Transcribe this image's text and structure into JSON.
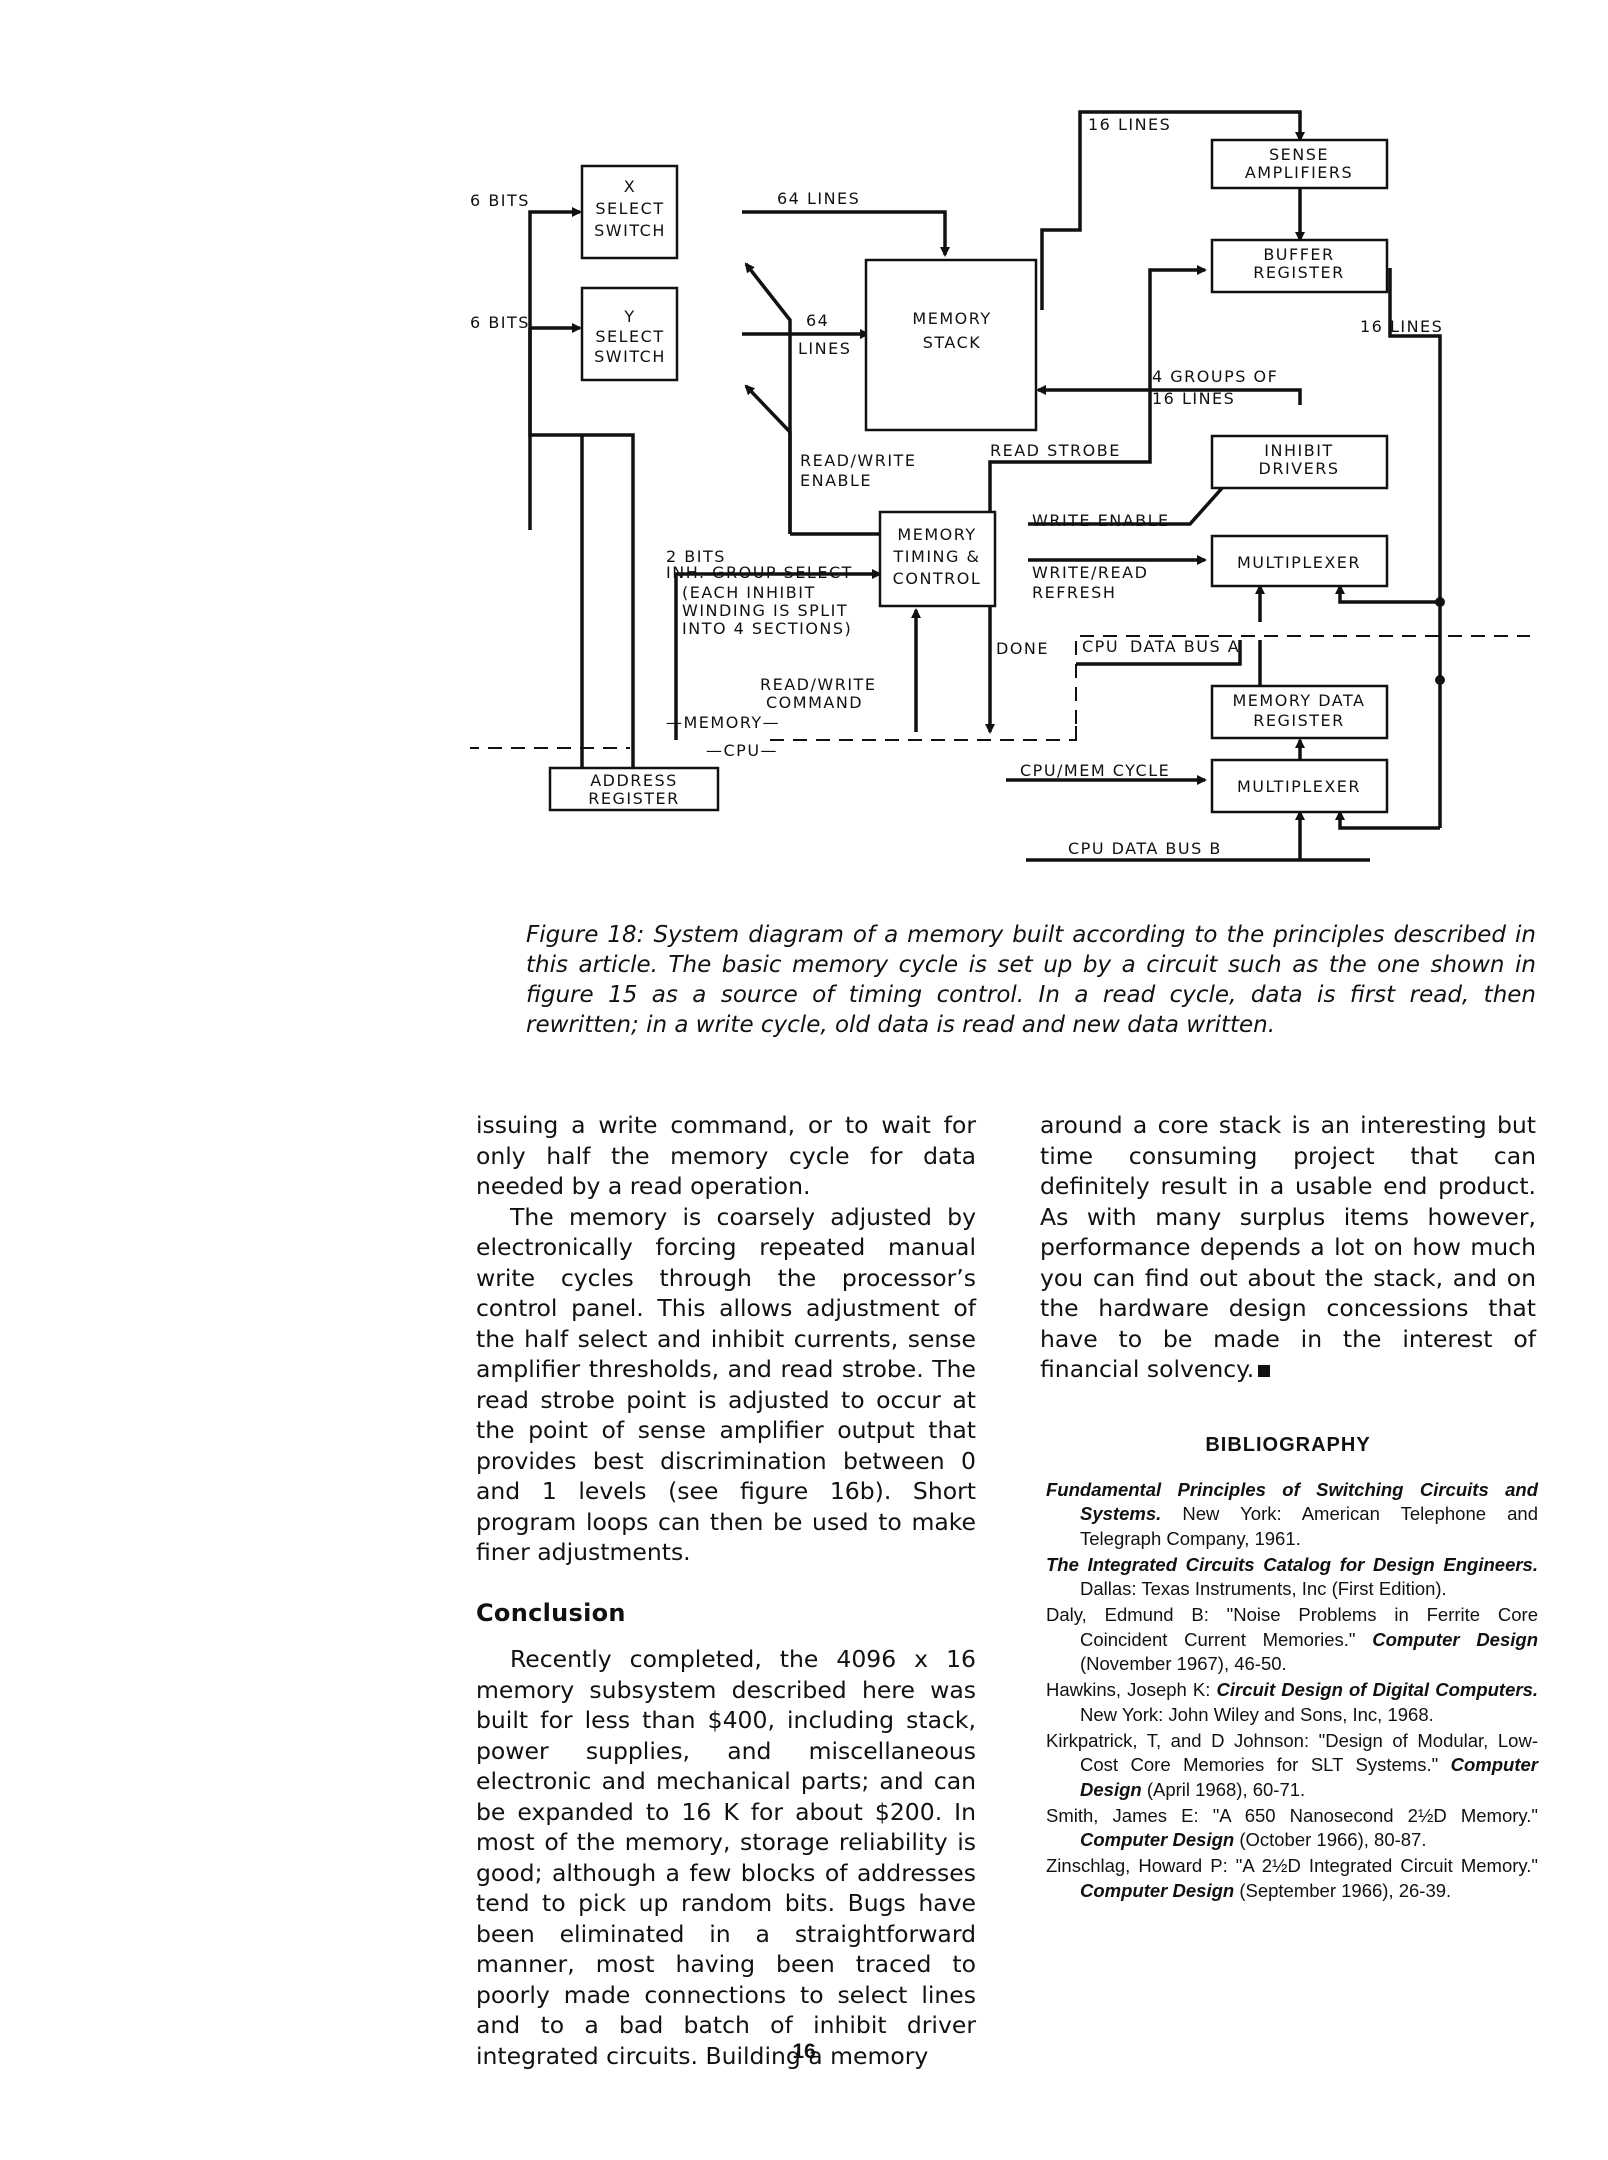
{
  "figure": {
    "labels": {
      "lines16_top": "16 LINES",
      "sense_amplifiers_1": "SENSE",
      "sense_amplifiers_2": "AMPLIFIERS",
      "bits6_x": "6 BITS",
      "x_select_1": "X",
      "x_select_2": "SELECT",
      "x_select_3": "SWITCH",
      "lines64_x": "64 LINES",
      "buffer_register_1": "BUFFER",
      "buffer_register_2": "REGISTER",
      "bits6_y": "6 BITS",
      "y_select_1": "Y",
      "y_select_2": "SELECT",
      "y_select_3": "SWITCH",
      "lines64_y_1": "64",
      "lines64_y_2": "LINES",
      "memory_stack_1": "MEMORY",
      "memory_stack_2": "STACK",
      "lines16_right": "16 LINES",
      "groups_1": "4 GROUPS OF",
      "groups_2": "16 LINES",
      "read_strobe": "READ STROBE",
      "inhibit_drivers_1": "INHIBIT",
      "inhibit_drivers_2": "DRIVERS",
      "rw_enable_1": "READ/WRITE",
      "rw_enable_2": "ENABLE",
      "write_enable": "WRITE ENABLE",
      "mem_timing_1": "MEMORY",
      "mem_timing_2": "TIMING &",
      "mem_timing_3": "CONTROL",
      "multiplexer_top": "MULTIPLEXER",
      "bits2_1": "2 BITS",
      "bits2_2": "INH. GROUP SELECT",
      "each_inhibit_1": "(EACH INHIBIT",
      "each_inhibit_2": "WINDING IS SPLIT",
      "each_inhibit_3": "INTO 4 SECTIONS)",
      "write_read_1": "WRITE/READ",
      "write_read_2": "REFRESH",
      "done": "DONE",
      "cpu_data_bus_a_1": "CPU",
      "cpu_data_bus_a_2": "DATA BUS A",
      "rw_command_1": "READ/WRITE",
      "rw_command_2": "COMMAND",
      "memory_side": "—MEMORY—",
      "cpu_side": "—CPU—",
      "mem_data_reg_1": "MEMORY DATA",
      "mem_data_reg_2": "REGISTER",
      "address_register_1": "ADDRESS",
      "address_register_2": "REGISTER",
      "cpu_mem_cycle": "CPU/MEM CYCLE",
      "multiplexer_bottom": "MULTIPLEXER",
      "cpu_data_bus_b": "CPU DATA BUS B"
    },
    "caption": "Figure 18: System diagram of a memory built according to the principles described in this article. The basic memory cycle is set up by a circuit such as the one shown in figure 15 as a source of timing control. In a read cycle, data is first read, then rewritten; in a write cycle, old data is read and new data written."
  },
  "left_column": {
    "p1": "issuing a write command, or to wait for only half the memory cycle for data needed by a read operation.",
    "p2": "The memory is coarsely adjusted by electronically forcing repeated manual write cycles through the processor’s control panel. This allows adjustment of the half select and inhibit currents, sense amplifier thresholds, and read strobe. The read strobe point is adjusted to occur at the point of sense amplifier output that provides best discrimination between 0 and 1 levels (see figure 16b). Short program loops can then be used to make finer adjustments.",
    "heading": "Conclusion",
    "p3": "Recently completed, the 4096 x 16 memory subsystem described here was built for less than $400, including stack, power supplies, and miscellaneous electronic and mechanical parts; and can be expanded to 16 K for about $200. In most of the memory, storage reliability is good; although a few blocks of addresses tend to pick up random bits. Bugs have been eliminated in a straightforward manner, most having been traced to poorly made connections to select lines and to a bad batch of inhibit driver integrated circuits. Building a memory"
  },
  "right_column": {
    "p1": "around a core stack is an interesting but time consuming project that can definitely result in a usable end product. As with many surplus items however, performance depends a lot on how much you can find out about the stack, and on the hardware design concessions that have to be made in the interest of financial solvency."
  },
  "bibliography": {
    "title": "BIBLIOGRAPHY",
    "entries": [
      {
        "a": "",
        "i": "Fundamental Principles of Switching Circuits and Systems.",
        "b": " New York: American Telephone and Telegraph Company, 1961.",
        "i2": "",
        "c": ""
      },
      {
        "a": "",
        "i": "The Integrated Circuits Catalog for Design Engineers.",
        "b": " Dallas: Texas Instruments, Inc (First Edition).",
        "i2": "",
        "c": ""
      },
      {
        "a": "Daly, Edmund B: \"Noise Problems in Ferrite Core Coincident Current Memories.\" ",
        "i": "",
        "b": "",
        "i2": "Computer Design",
        "c": " (November 1967), 46-50."
      },
      {
        "a": "Hawkins, Joseph K: ",
        "i": "Circuit Design of Digital Computers.",
        "b": " New York: John Wiley and Sons, Inc, 1968.",
        "i2": "",
        "c": ""
      },
      {
        "a": "Kirkpatrick, T, and D Johnson: \"Design of Modular, Low-Cost Core Memories for SLT Systems.\" ",
        "i": "",
        "b": "",
        "i2": "Computer Design",
        "c": " (April 1968), 60-71."
      },
      {
        "a": "Smith, James E: \"A 650 Nanosecond 2½D Memory.\" ",
        "i": "",
        "b": "",
        "i2": "Computer Design",
        "c": " (October 1966), 80-87."
      },
      {
        "a": "Zinschlag, Howard P: \"A 2½D Integrated Circuit Memory.\" ",
        "i": "",
        "b": "",
        "i2": "Computer Design",
        "c": " (September 1966), 26-39."
      }
    ]
  },
  "page_number": "16"
}
